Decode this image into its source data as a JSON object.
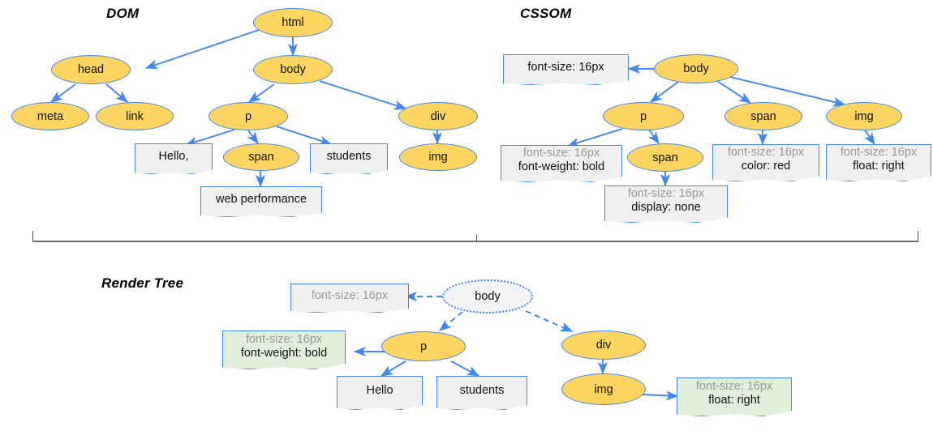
{
  "diagram": {
    "title_dom": "DOM",
    "title_cssom": "CSSOM",
    "title_render": "Render Tree",
    "colors": {
      "node_fill": "#FCD561",
      "node_border": "#4285F4",
      "box_fill": "#EFEFEF",
      "box_fill_green": "#E0EFD9",
      "ghost_fill": "#F1F3F4",
      "inherited_text": "#999999",
      "own_text": "#111111",
      "edge": "#4285F4",
      "divider": "#6e6e6e"
    }
  },
  "dom": {
    "nodes": [
      {
        "id": "html",
        "label": "html"
      },
      {
        "id": "head",
        "label": "head"
      },
      {
        "id": "body",
        "label": "body"
      },
      {
        "id": "meta",
        "label": "meta"
      },
      {
        "id": "link",
        "label": "link"
      },
      {
        "id": "p",
        "label": "p"
      },
      {
        "id": "div",
        "label": "div"
      },
      {
        "id": "span",
        "label": "span"
      },
      {
        "id": "img",
        "label": "img"
      }
    ],
    "text_boxes": [
      {
        "id": "hello",
        "label": "Hello,"
      },
      {
        "id": "students",
        "label": "students"
      },
      {
        "id": "webperf",
        "label": "web performance"
      }
    ],
    "edges": [
      [
        "html",
        "head"
      ],
      [
        "html",
        "body"
      ],
      [
        "head",
        "meta"
      ],
      [
        "head",
        "link"
      ],
      [
        "body",
        "p"
      ],
      [
        "body",
        "div"
      ],
      [
        "p",
        "hello"
      ],
      [
        "p",
        "span"
      ],
      [
        "p",
        "students"
      ],
      [
        "span",
        "webperf"
      ],
      [
        "div",
        "img"
      ]
    ]
  },
  "cssom": {
    "nodes": [
      {
        "id": "body",
        "label": "body"
      },
      {
        "id": "p",
        "label": "p"
      },
      {
        "id": "span1",
        "label": "span"
      },
      {
        "id": "span2",
        "label": "span"
      },
      {
        "id": "img",
        "label": "img"
      }
    ],
    "rule_boxes": [
      {
        "id": "r_body",
        "lines": [
          {
            "text": "font-size: 16px",
            "inherited": false
          }
        ]
      },
      {
        "id": "r_p",
        "lines": [
          {
            "text": "font-size: 16px",
            "inherited": true
          },
          {
            "text": "font-weight: bold",
            "inherited": false
          }
        ]
      },
      {
        "id": "r_span1",
        "lines": [
          {
            "text": "font-size: 16px",
            "inherited": true
          },
          {
            "text": "display: none",
            "inherited": false
          }
        ]
      },
      {
        "id": "r_span2",
        "lines": [
          {
            "text": "font-size: 16px",
            "inherited": true
          },
          {
            "text": "color: red",
            "inherited": false
          }
        ]
      },
      {
        "id": "r_img",
        "lines": [
          {
            "text": "font-size: 16px",
            "inherited": true
          },
          {
            "text": "float: right",
            "inherited": false
          }
        ]
      }
    ],
    "edges": [
      [
        "body",
        "r_body"
      ],
      [
        "body",
        "p"
      ],
      [
        "body",
        "span2"
      ],
      [
        "body",
        "img"
      ],
      [
        "p",
        "r_p"
      ],
      [
        "p",
        "span1"
      ],
      [
        "span1",
        "r_span1"
      ],
      [
        "span2",
        "r_span2"
      ],
      [
        "img",
        "r_img"
      ]
    ]
  },
  "render_tree": {
    "nodes": [
      {
        "id": "body",
        "label": "body",
        "ghost": true
      },
      {
        "id": "p",
        "label": "p",
        "ghost": false
      },
      {
        "id": "div",
        "label": "div",
        "ghost": false
      },
      {
        "id": "img",
        "label": "img",
        "ghost": false
      }
    ],
    "text_boxes": [
      {
        "id": "hello",
        "label": "Hello"
      },
      {
        "id": "students",
        "label": "students"
      }
    ],
    "rule_boxes": [
      {
        "id": "r_body",
        "green": false,
        "lines": [
          {
            "text": "font-size: 16px",
            "inherited": true
          }
        ]
      },
      {
        "id": "r_p",
        "green": true,
        "lines": [
          {
            "text": "font-size: 16px",
            "inherited": true
          },
          {
            "text": "font-weight: bold",
            "inherited": false
          }
        ]
      },
      {
        "id": "r_img",
        "green": true,
        "lines": [
          {
            "text": "font-size: 16px",
            "inherited": true
          },
          {
            "text": "float: right",
            "inherited": false
          }
        ]
      }
    ],
    "edges": [
      [
        "body",
        "r_body"
      ],
      [
        "body",
        "p"
      ],
      [
        "body",
        "div"
      ],
      [
        "p",
        "r_p"
      ],
      [
        "p",
        "hello"
      ],
      [
        "p",
        "students"
      ],
      [
        "div",
        "img"
      ],
      [
        "img",
        "r_img"
      ]
    ]
  }
}
